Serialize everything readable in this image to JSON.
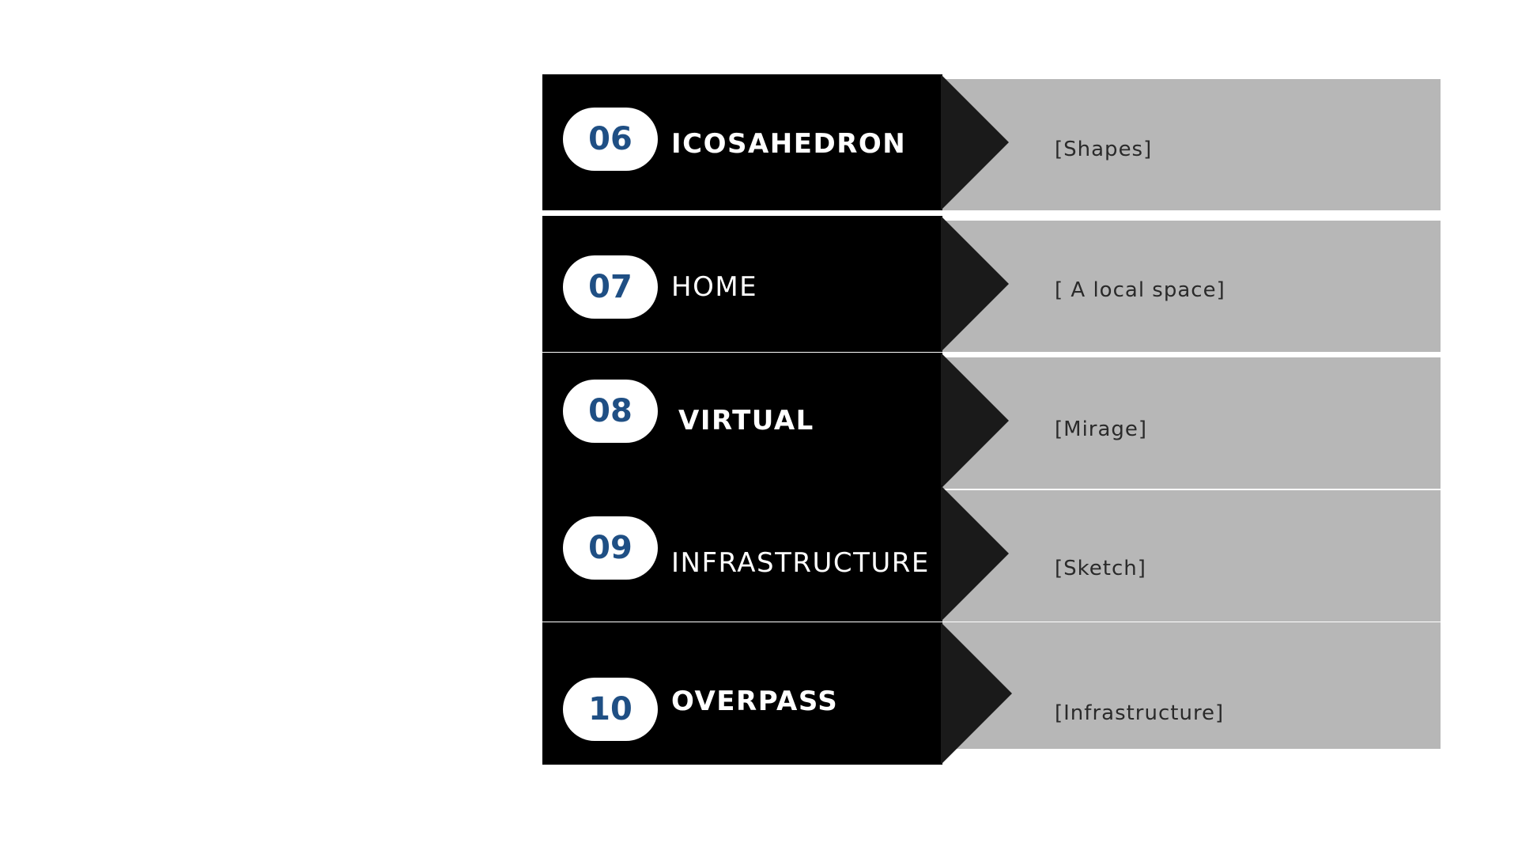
{
  "items": [
    {
      "number": "06",
      "title": "ICOSAHEDRON",
      "title_bold": true,
      "description": "[Shapes]"
    },
    {
      "number": "07",
      "title": "HOME",
      "title_bold": false,
      "description": "[ A local space]"
    },
    {
      "number": "08",
      "title": "VIRTUAL",
      "title_bold": true,
      "description": "[Mirage]"
    },
    {
      "number": "09",
      "title": "INFRASTRUCTURE",
      "title_bold": false,
      "description": "[Sketch]"
    },
    {
      "number": "10",
      "title": "OVERPASS",
      "title_bold": true,
      "description": "[Infrastructure]"
    }
  ],
  "colors": {
    "block": "#000000",
    "arrow": "#1a1a1a",
    "band": "#b7b7b7",
    "number": "#1f4f84",
    "badge": "#ffffff"
  }
}
